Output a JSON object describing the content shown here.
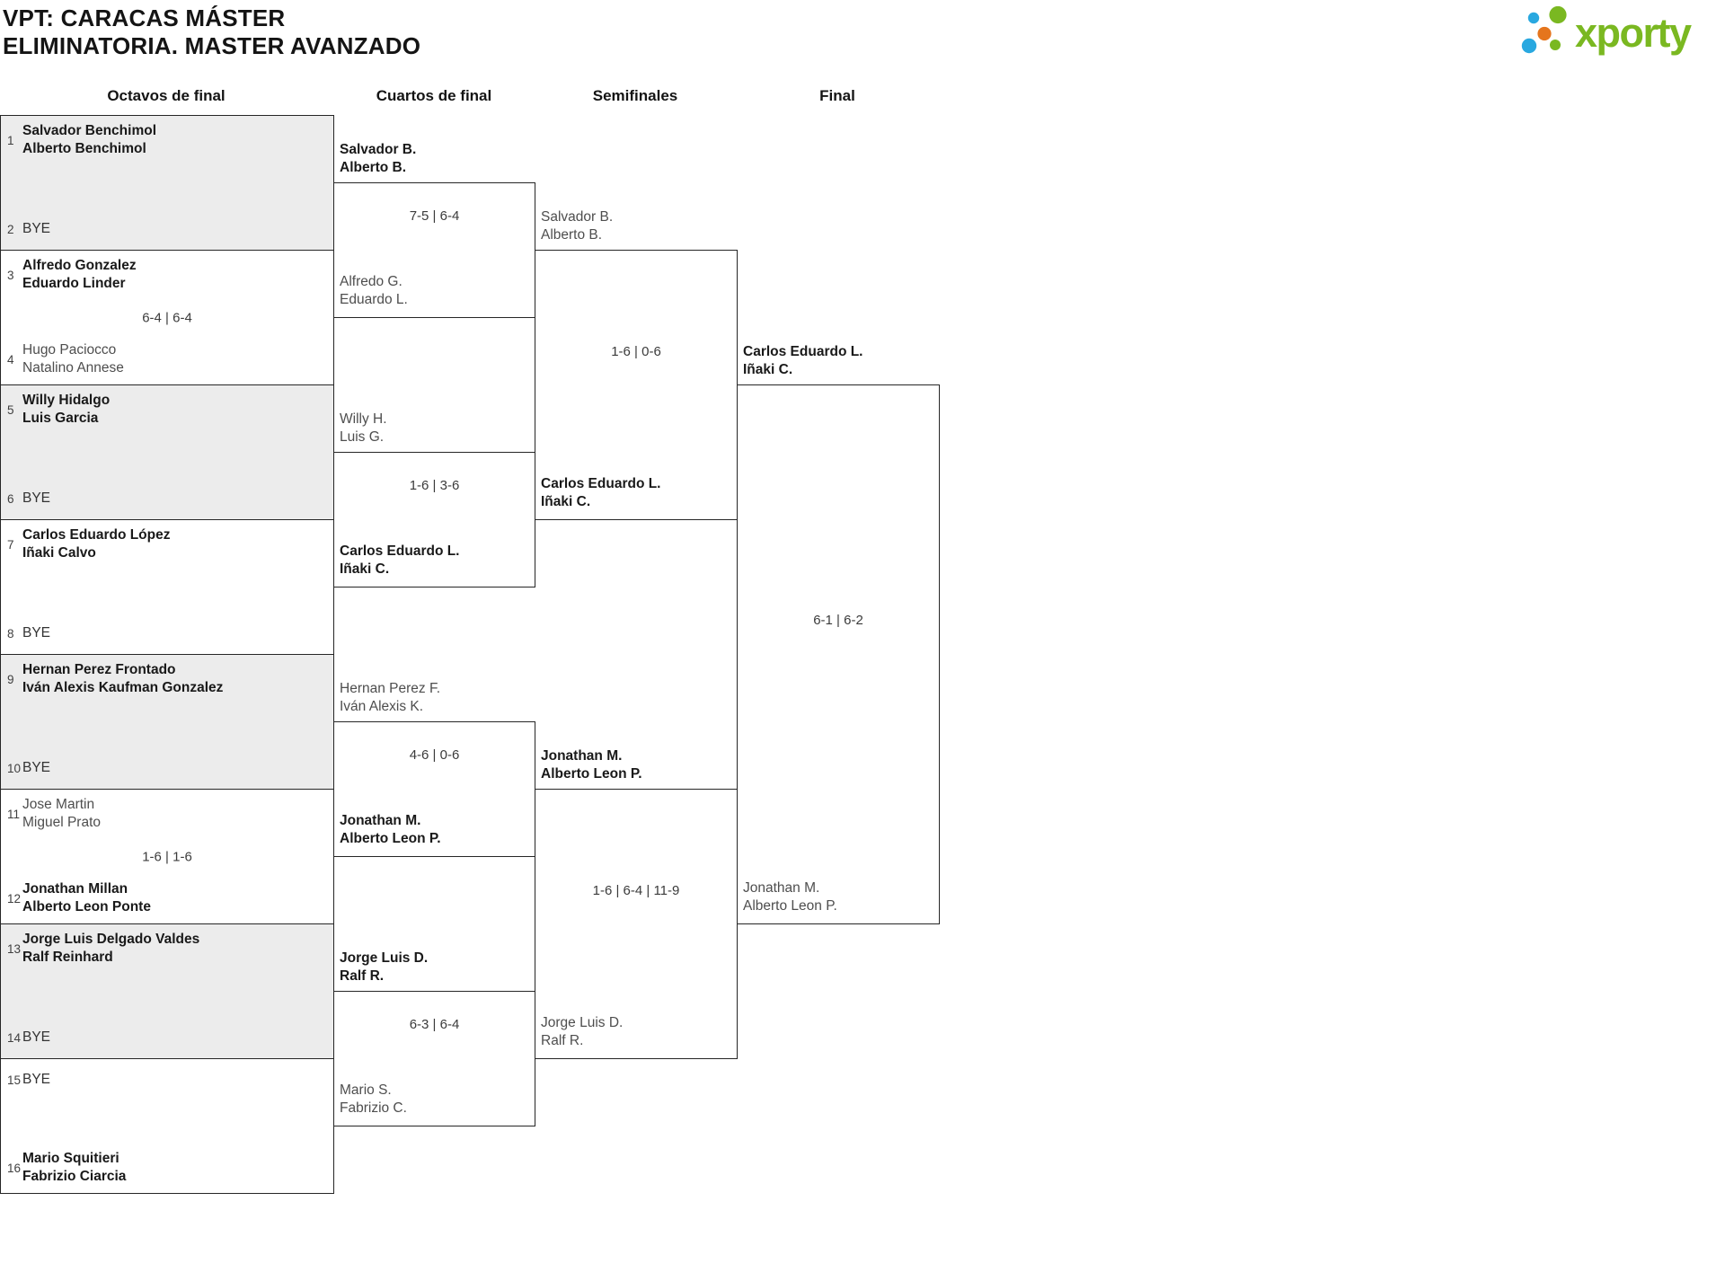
{
  "header": {
    "title_line1": "VPT: CARACAS MÁSTER",
    "title_line2": "ELIMINATORIA. MASTER AVANZADO"
  },
  "logo": {
    "wordmark": "xporty",
    "green": "#7ab821",
    "blue": "#29a8e0",
    "orange": "#e5751d"
  },
  "rounds": [
    "Octavos de final",
    "Cuartos de final",
    "Semifinales",
    "Final"
  ],
  "bracket": {
    "octavos": [
      {
        "p1": {
          "seed": "1",
          "line1": "Salvador Benchimol",
          "line2": "Alberto Benchimol",
          "winner": true
        },
        "p2": {
          "seed": "2",
          "line1": "BYE",
          "winner": false
        },
        "score": ""
      },
      {
        "p1": {
          "seed": "3",
          "line1": "Alfredo Gonzalez",
          "line2": "Eduardo Linder",
          "winner": true
        },
        "p2": {
          "seed": "4",
          "line1": "Hugo Paciocco",
          "line2": "Natalino Annese",
          "winner": false
        },
        "score": "6-4 | 6-4"
      },
      {
        "p1": {
          "seed": "5",
          "line1": "Willy Hidalgo",
          "line2": "Luis Garcia",
          "winner": true
        },
        "p2": {
          "seed": "6",
          "line1": "BYE",
          "winner": false
        },
        "score": ""
      },
      {
        "p1": {
          "seed": "7",
          "line1": "Carlos Eduardo López",
          "line2": "Iñaki Calvo",
          "winner": true
        },
        "p2": {
          "seed": "8",
          "line1": "BYE",
          "winner": false
        },
        "score": ""
      },
      {
        "p1": {
          "seed": "9",
          "line1": "Hernan Perez Frontado",
          "line2": "Iván Alexis Kaufman Gonzalez",
          "winner": true
        },
        "p2": {
          "seed": "10",
          "line1": "BYE",
          "winner": false
        },
        "score": ""
      },
      {
        "p1": {
          "seed": "11",
          "line1": "Jose Martin",
          "line2": "Miguel Prato",
          "winner": false
        },
        "p2": {
          "seed": "12",
          "line1": "Jonathan Millan",
          "line2": "Alberto Leon Ponte",
          "winner": true
        },
        "score": "1-6 | 1-6"
      },
      {
        "p1": {
          "seed": "13",
          "line1": "Jorge Luis Delgado Valdes",
          "line2": "Ralf Reinhard",
          "winner": true
        },
        "p2": {
          "seed": "14",
          "line1": "BYE",
          "winner": false
        },
        "score": ""
      },
      {
        "p1": {
          "seed": "15",
          "line1": "BYE",
          "winner": false
        },
        "p2": {
          "seed": "16",
          "line1": "Mario Squitieri",
          "line2": "Fabrizio Ciarcia",
          "winner": true
        },
        "score": ""
      }
    ],
    "cuartos": [
      {
        "p1": {
          "line1": "Salvador B.",
          "line2": "Alberto B.",
          "winner": true
        },
        "p2": {
          "line1": "Alfredo G.",
          "line2": "Eduardo L.",
          "winner": false
        },
        "score": "7-5 | 6-4"
      },
      {
        "p1": {
          "line1": "Willy H.",
          "line2": "Luis G.",
          "winner": false
        },
        "p2": {
          "line1": "Carlos Eduardo L.",
          "line2": "Iñaki C.",
          "winner": true
        },
        "score": "1-6 | 3-6"
      },
      {
        "p1": {
          "line1": "Hernan Perez F.",
          "line2": "Iván Alexis K.",
          "winner": false
        },
        "p2": {
          "line1": "Jonathan M.",
          "line2": "Alberto Leon P.",
          "winner": true
        },
        "score": "4-6 | 0-6"
      },
      {
        "p1": {
          "line1": "Jorge Luis D.",
          "line2": "Ralf R.",
          "winner": true
        },
        "p2": {
          "line1": "Mario S.",
          "line2": "Fabrizio C.",
          "winner": false
        },
        "score": "6-3 | 6-4"
      }
    ],
    "semis": [
      {
        "p1": {
          "line1": "Salvador B.",
          "line2": "Alberto B.",
          "winner": false
        },
        "p2": {
          "line1": "Carlos Eduardo L.",
          "line2": "Iñaki C.",
          "winner": true
        },
        "score": "1-6 | 0-6"
      },
      {
        "p1": {
          "line1": "Jonathan M.",
          "line2": "Alberto Leon P.",
          "winner": true
        },
        "p2": {
          "line1": "Jorge Luis D.",
          "line2": "Ralf R.",
          "winner": false
        },
        "score": "1-6 | 6-4 | 11-9"
      }
    ],
    "final": {
      "p1": {
        "line1": "Carlos Eduardo L.",
        "line2": "Iñaki C.",
        "winner": true
      },
      "p2": {
        "line1": "Jonathan M.",
        "line2": "Alberto Leon P.",
        "winner": false
      },
      "score": "6-1 | 6-2"
    }
  }
}
